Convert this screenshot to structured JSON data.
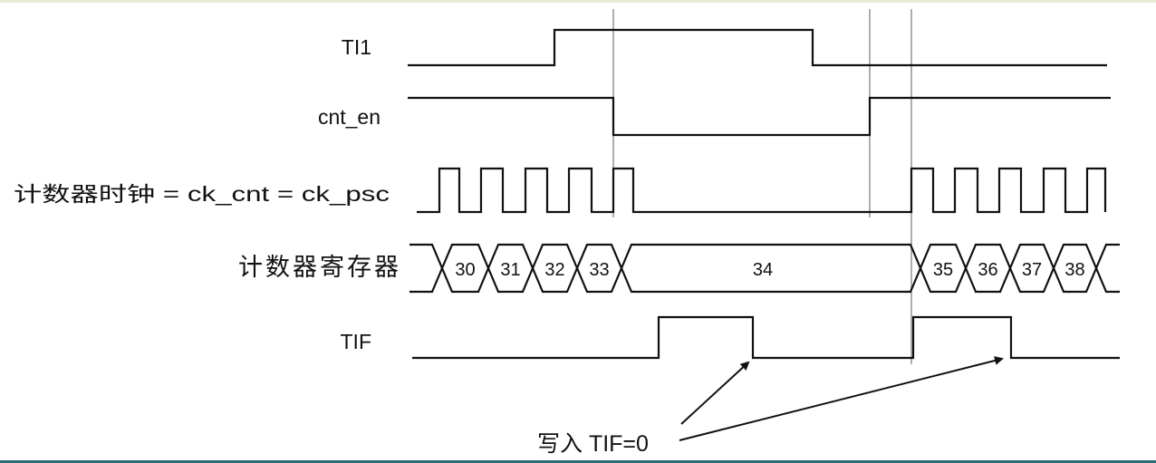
{
  "signals": {
    "ti1": "TI1",
    "cnt_en": "cnt_en",
    "clock": "计数器时钟 = ck_cnt = ck_psc",
    "counter": "计数器寄存器",
    "tif": "TIF"
  },
  "counter_values": [
    "30",
    "31",
    "32",
    "33",
    "34",
    "35",
    "36",
    "37",
    "38"
  ],
  "annotation": "写入 TIF=0",
  "colors": {
    "stroke": "#111111",
    "guide": "#9a9a9a",
    "background": "#ffffff",
    "bottom_edge": "#2c6b7a"
  }
}
